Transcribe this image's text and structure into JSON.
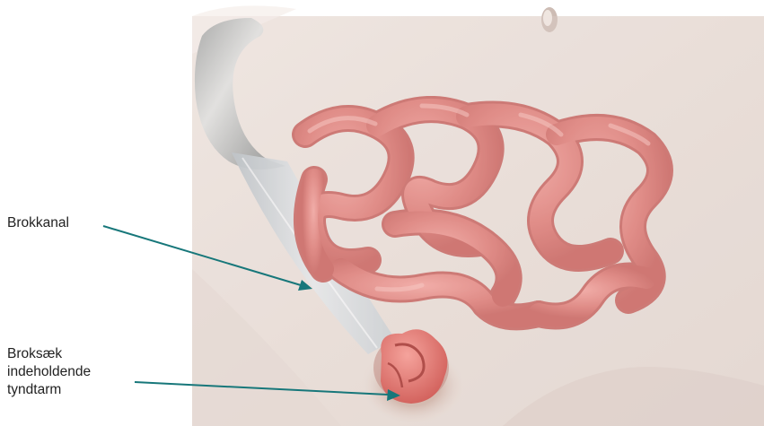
{
  "labels": {
    "canal": "Brokkanal",
    "sac_line1": "Broksæk",
    "sac_line2": "indeholdende",
    "sac_line3": "tyndtarm"
  },
  "colors": {
    "skin": "#ede3dc",
    "intestine": "#e07c78",
    "canal": "#c9d0d4",
    "arrow": "#17777a"
  }
}
